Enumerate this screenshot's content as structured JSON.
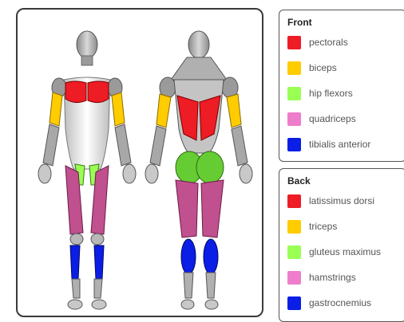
{
  "legends": {
    "front": {
      "title": "Front",
      "items": [
        {
          "label": "pectorals",
          "color": "#ee1c24"
        },
        {
          "label": "biceps",
          "color": "#ffcc00"
        },
        {
          "label": "hip flexors",
          "color": "#99ff55"
        },
        {
          "label": "quadriceps",
          "color": "#ee7ecb"
        },
        {
          "label": "tibialis anterior",
          "color": "#0a1ee6"
        }
      ]
    },
    "back": {
      "title": "Back",
      "items": [
        {
          "label": "latissimus dorsi",
          "color": "#ee1c24"
        },
        {
          "label": "triceps",
          "color": "#ffcc00"
        },
        {
          "label": "gluteus maximus",
          "color": "#99ff55"
        },
        {
          "label": "hamstrings",
          "color": "#ee7ecb"
        },
        {
          "label": "gastrocnemius",
          "color": "#0a1ee6"
        }
      ]
    }
  },
  "figures": {
    "front_view": {
      "highlighted_muscles": [
        "pectorals",
        "biceps",
        "hip flexors",
        "quadriceps",
        "tibialis anterior"
      ]
    },
    "back_view": {
      "highlighted_muscles": [
        "latissimus dorsi",
        "triceps",
        "gluteus maximus",
        "hamstrings",
        "gastrocnemius"
      ]
    }
  }
}
